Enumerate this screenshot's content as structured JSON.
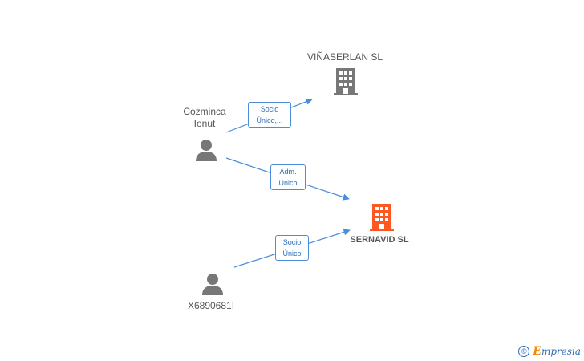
{
  "nodes": {
    "vinaserlan": {
      "label": "VIÑASERLAN SL",
      "type": "company",
      "color": "#777777"
    },
    "sernavid": {
      "label": "SERNAVID SL",
      "type": "company",
      "color": "#ff5722"
    },
    "cozminca": {
      "label_line1": "Cozminca",
      "label_line2": "Ionut",
      "type": "person",
      "color": "#777777"
    },
    "x6890681": {
      "label": "X6890681I",
      "type": "person",
      "color": "#777777"
    }
  },
  "edges": {
    "cozminca_vinaserlan": {
      "line1": "Socio",
      "line2": "Único,..."
    },
    "cozminca_sernavid": {
      "line1": "Adm.",
      "line2": "Unico"
    },
    "x6890681_sernavid": {
      "line1": "Socio",
      "line2": "Único"
    }
  },
  "colors": {
    "edge": "#4a8ddc",
    "edge_text": "#2a6ebb"
  },
  "footer": {
    "copyright_symbol": "©",
    "brand_first": "E",
    "brand_rest": "mpresia"
  }
}
